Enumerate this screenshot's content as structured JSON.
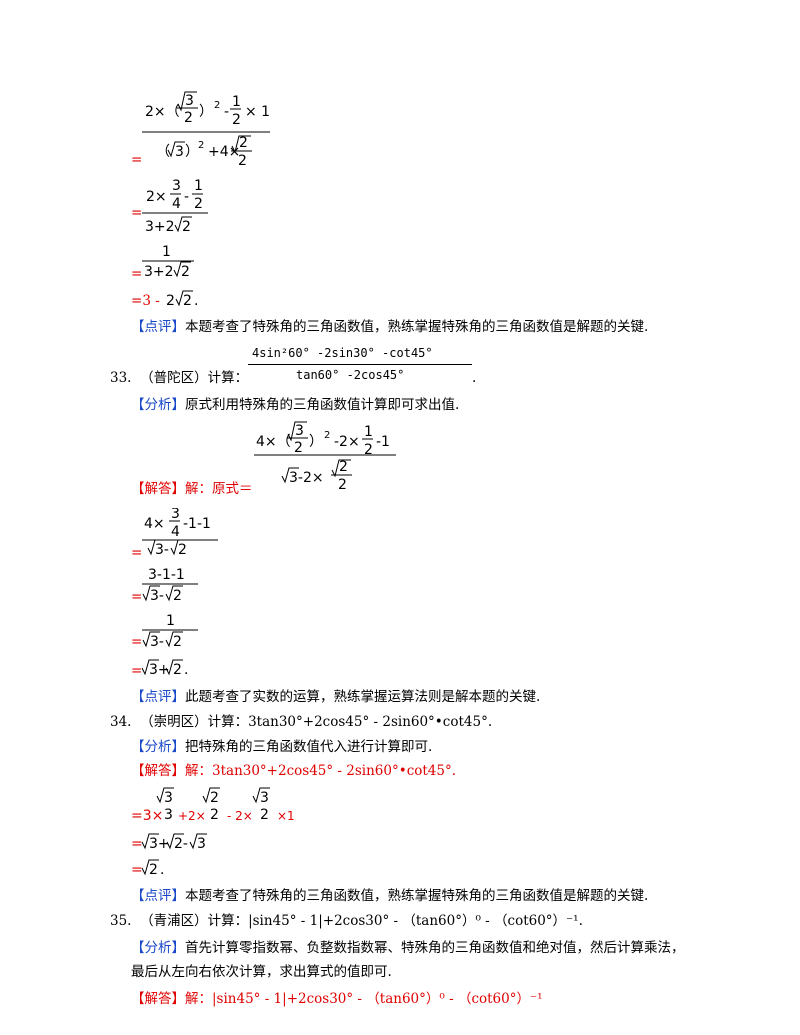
{
  "eq1": "=",
  "eq_red": "=",
  "tags": {
    "dianping": "【点评】",
    "fenxi": "【分析】",
    "jieda": "【解答】"
  },
  "q32": {
    "result": "3 - ",
    "comment": "本题考查了特殊角的三角函数值，熟练掌握特殊角的三角函数值是解题的关键."
  },
  "q33": {
    "number": "33.",
    "source": "（普陀区）计算：",
    "expr_num": "4sin²60° -2sin30° -cot45°",
    "expr_den": "tan60° -2cos45°",
    "analysis": "原式利用特殊角的三角函数值计算即可求出值.",
    "solution_prefix": "解：原式＝",
    "comment": "此题考查了实数的运算，熟练掌握运算法则是解本题的关键."
  },
  "q34": {
    "number": "34.",
    "problem": "（崇明区）计算：3tan30°+2cos45° - 2sin60°•cot45°.",
    "analysis": "把特殊角的三角函数值代入进行计算即可.",
    "solution": "解：3tan30°+2cos45° - 2sin60°•cot45°.",
    "comment": "本题考查了特殊角的三角函数值，熟练掌握特殊角的三角函数值是解题的关键."
  },
  "q35": {
    "number": "35.",
    "problem": "（青浦区）计算：|sin45° - 1|+2cos30° - （tan60°）⁰ - （cot60°）⁻¹.",
    "analysis_line1": "首先计算零指数幂、负整数指数幂、特殊角的三角函数值和绝对值，然后计算乘法，",
    "analysis_line2": "最后从左向右依次计算，求出算式的值即可.",
    "solution": "解：|sin45° - 1|+2cos30° - （tan60°）⁰ - （cot60°）⁻¹"
  }
}
